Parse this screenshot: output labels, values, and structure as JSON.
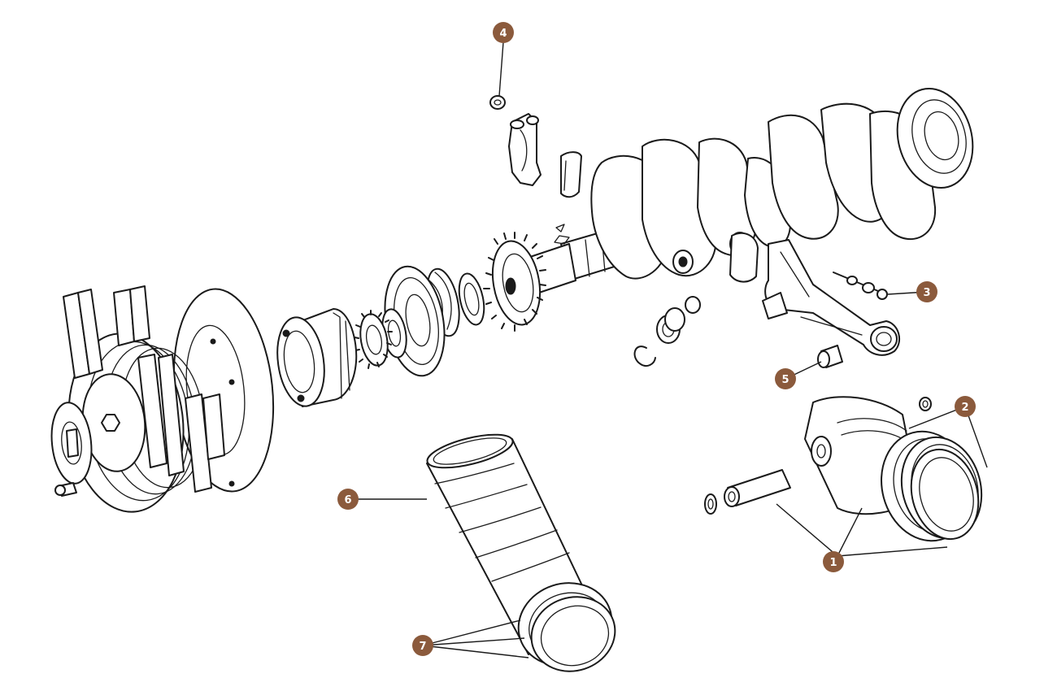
{
  "callout_color": "#8B5A3C",
  "line_color": "#1a1a1a",
  "callouts": {
    "c1": "1",
    "c2": "2",
    "c3": "3",
    "c4": "4",
    "c5": "5",
    "c6": "6",
    "c7": "7"
  }
}
